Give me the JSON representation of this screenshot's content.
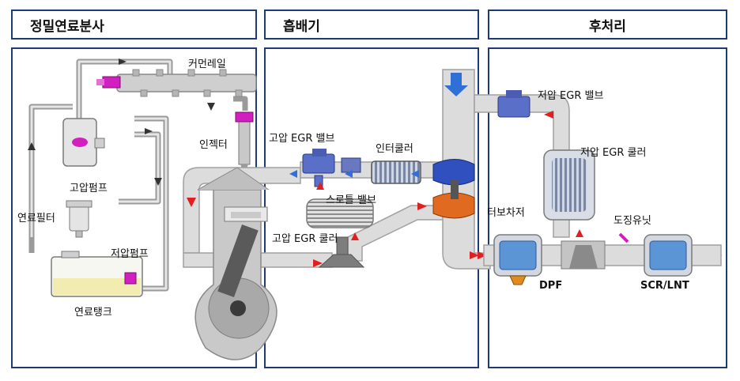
{
  "sections": {
    "fuel": "정밀연료분사",
    "intake": "흡배기",
    "after": "후처리"
  },
  "labels": {
    "common_rail": "커먼레일",
    "injector": "인젝터",
    "high_pressure_pump": "고압펌프",
    "fuel_filter": "연료필터",
    "low_pressure_pump": "저압펌프",
    "fuel_tank": "연료탱크",
    "hp_egr_valve": "고압 EGR 밸브",
    "intercooler": "인터쿨러",
    "throttle_valve": "스로틀 밸브",
    "hp_egr_cooler": "고압 EGR 쿨러",
    "turbocharger": "터보차저",
    "lp_egr_valve": "저압 EGR 밸브",
    "lp_egr_cooler": "저압 EGR 쿨러",
    "dosing_unit": "도징유닛",
    "dpf": "DPF",
    "scr_lnt": "SCR/LNT"
  },
  "colors": {
    "border": "#1f3b73",
    "pipe": "#d6d6d6",
    "pipe_edge": "#9a9a9a",
    "flow_arrow": "#e02020",
    "intake_arrow": "#2f6fd6",
    "accent_magenta": "#d21fc0",
    "tank_fuel": "#f2ecb0"
  }
}
